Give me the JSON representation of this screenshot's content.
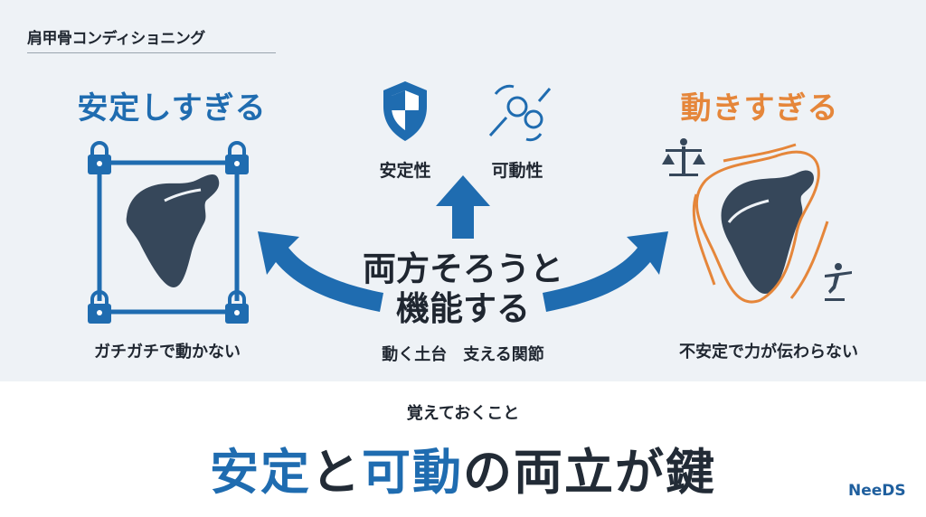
{
  "header": {
    "title": "肩甲骨コンディショニング"
  },
  "left": {
    "heading": "安定しすぎる",
    "caption": "ガチガチで動かない"
  },
  "right": {
    "heading": "動きすぎる",
    "caption": "不安定で力が伝わらない"
  },
  "center": {
    "icons": [
      {
        "icon": "shield-icon",
        "label": "安定性"
      },
      {
        "icon": "joint-icon",
        "label": "可動性"
      }
    ],
    "line1": "両方そろうと",
    "line2": "機能する",
    "sub": "動く土台　支える関節"
  },
  "bottom": {
    "note": "覚えておくこと",
    "key_parts": [
      "安定",
      "と",
      "可動",
      "の両立が鍵"
    ],
    "brand": "NeeDS"
  },
  "colors": {
    "blue": "#1f6cb0",
    "orange": "#e5863a",
    "dark": "#36475a",
    "bg": "#eef2f6"
  }
}
